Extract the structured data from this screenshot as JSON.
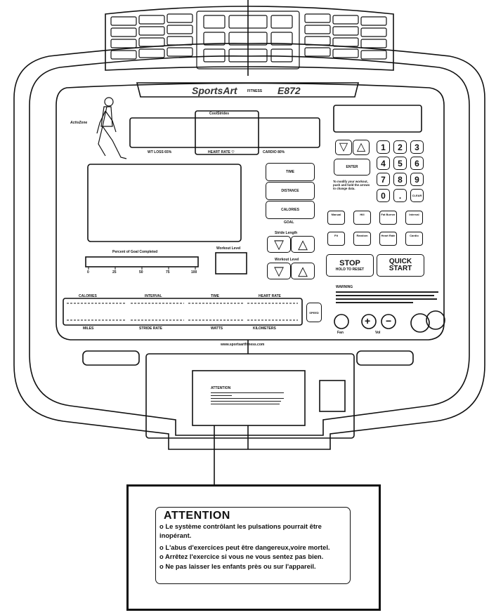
{
  "console": {
    "brand": "SportsArt",
    "brand_sub": "FITNESS",
    "model": "E872",
    "coolstrides": "CoolStrides",
    "activzone": "ActivZone",
    "display_labels": {
      "weight_loss": "WT LOSS 65%",
      "heart_rate": "HEART RATE",
      "cardio": "CARDIO 80%",
      "percent_goal": "Percent of Goal Completed",
      "workout_level_box": "Workout Level"
    },
    "progress_ticks": [
      "0",
      "25",
      "50",
      "75",
      "100"
    ],
    "goal_buttons": [
      "TIME",
      "DISTANCE",
      "CALORIES"
    ],
    "goal_label": "GOAL",
    "stride_label": "Stride Length",
    "workout_level_label": "Workout Level",
    "enter": "ENTER",
    "keypad": [
      "1",
      "2",
      "3",
      "4",
      "5",
      "6",
      "7",
      "8",
      "9",
      "0",
      ".",
      "CLEAR"
    ],
    "keypad_hint": "To modify your workout, push and hold the arrows to change data.",
    "programs": [
      "Manual",
      "Hill",
      "Fat Burner",
      "Interval",
      "Fit",
      "Random",
      "Heart Rate",
      "Cardio"
    ],
    "stop": "STOP",
    "stop_sub": "HOLD TO RESET",
    "quick_start": "QUICK START",
    "bottom_labels_top": [
      "CALORIES",
      "INTERVAL",
      "TIME",
      "HEART RATE"
    ],
    "bottom_labels_bottom": [
      "MILES",
      "STRIDE RATE",
      "WATTS",
      "KILOMETERS"
    ],
    "speed_button": "SPEED",
    "fan_label": "Fan",
    "volume_label": "Vol",
    "warning_title": "WARNING",
    "url": "www.sportsartfitness.com"
  },
  "label_card": {
    "title": "ATTENTION",
    "lines": [
      "Le système contrôlant les pulsations pourrait être",
      "inopérant.",
      "L'abus d'exercices peut être dangereux,voire mortel.",
      "Arrêtez l'exercice si vous ne vous sentez pas bien.",
      "Ne pas laisser les enfants près ou sur l'appareil."
    ],
    "bullets": [
      "o",
      "",
      "o",
      "o",
      "o"
    ]
  }
}
